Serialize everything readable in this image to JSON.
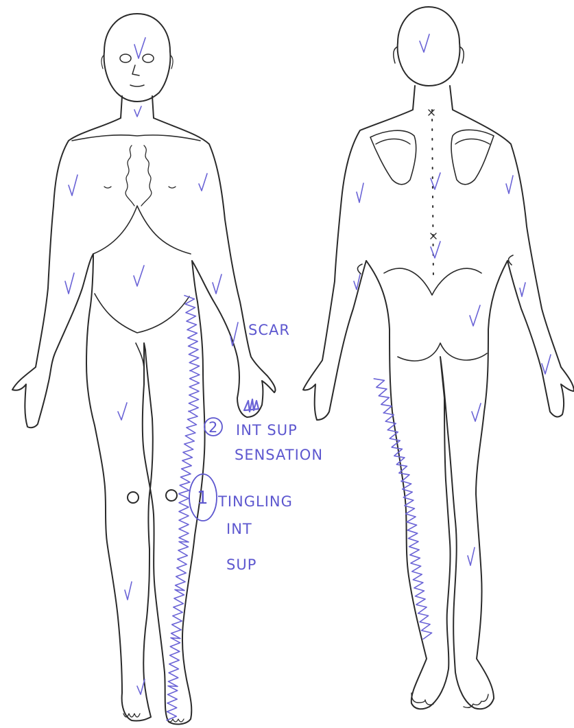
{
  "annotations": {
    "scar": "SCAR",
    "marker2": "2",
    "int_sup": "INT SUP",
    "sensation": "SENSATION",
    "marker1": "1",
    "tingling": "TINGLING",
    "int": "INT",
    "sup": "SUP"
  },
  "colors": {
    "ink": "#2a2a2a",
    "pen": "#5d57cf"
  }
}
